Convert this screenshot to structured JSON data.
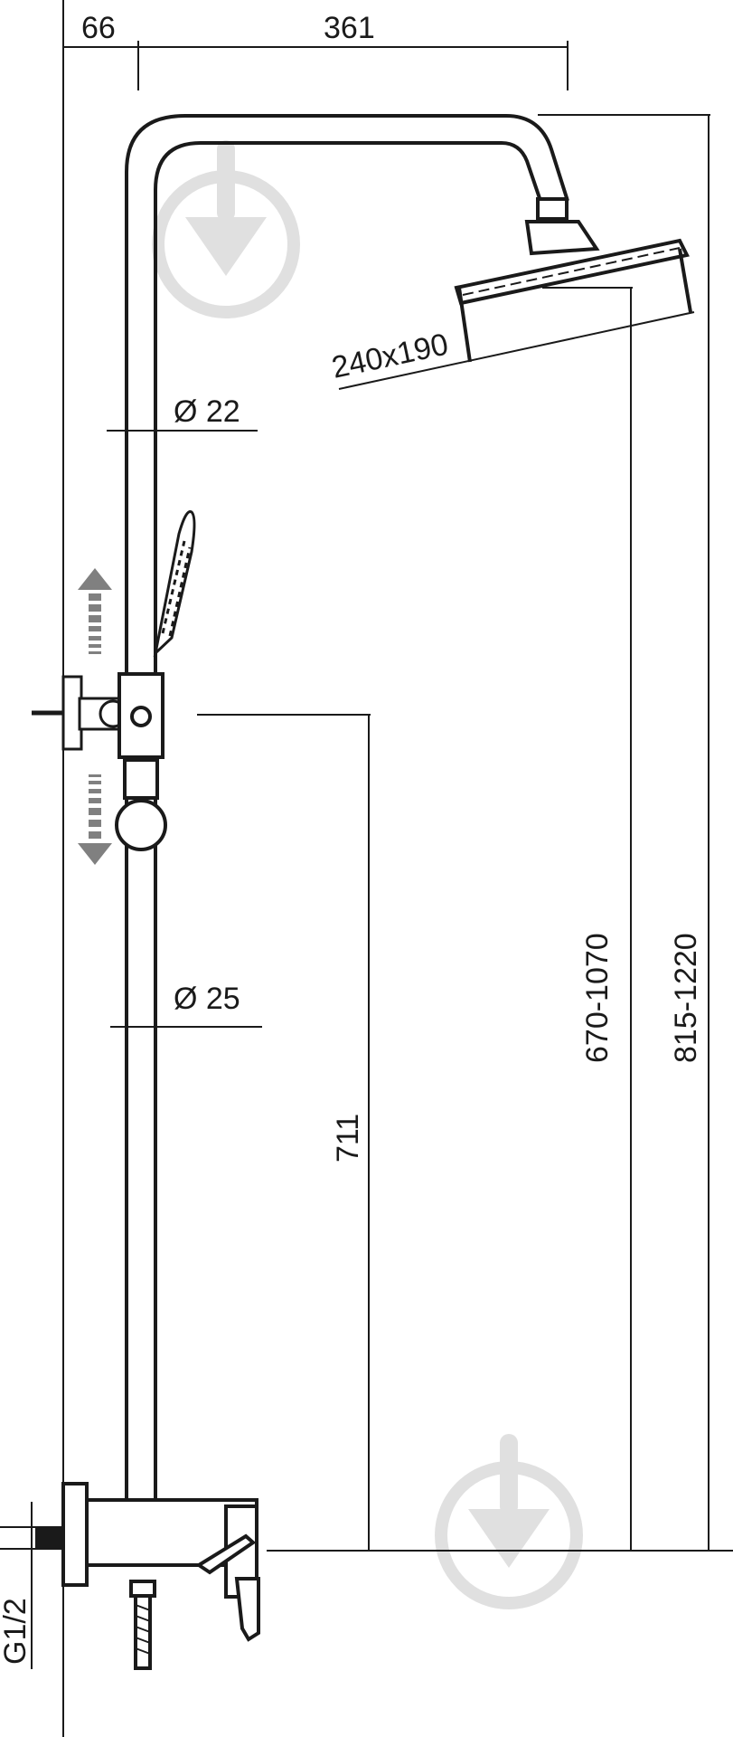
{
  "dimensions": {
    "wall_offset": "66",
    "arm_reach": "361",
    "head_size": "240x190",
    "upper_pipe_diameter": "Ø 22",
    "lower_pipe_diameter": "Ø 25",
    "holder_height": "711",
    "head_height_range_inner": "670-1070",
    "head_height_range_outer": "815-1220",
    "thread": "G1/2"
  },
  "colors": {
    "line": "#1a1a1a",
    "arrow": "#808080",
    "watermark": "#e0e0e0"
  },
  "icons": [
    "adjust-arrow-icon",
    "watermark-icon"
  ]
}
